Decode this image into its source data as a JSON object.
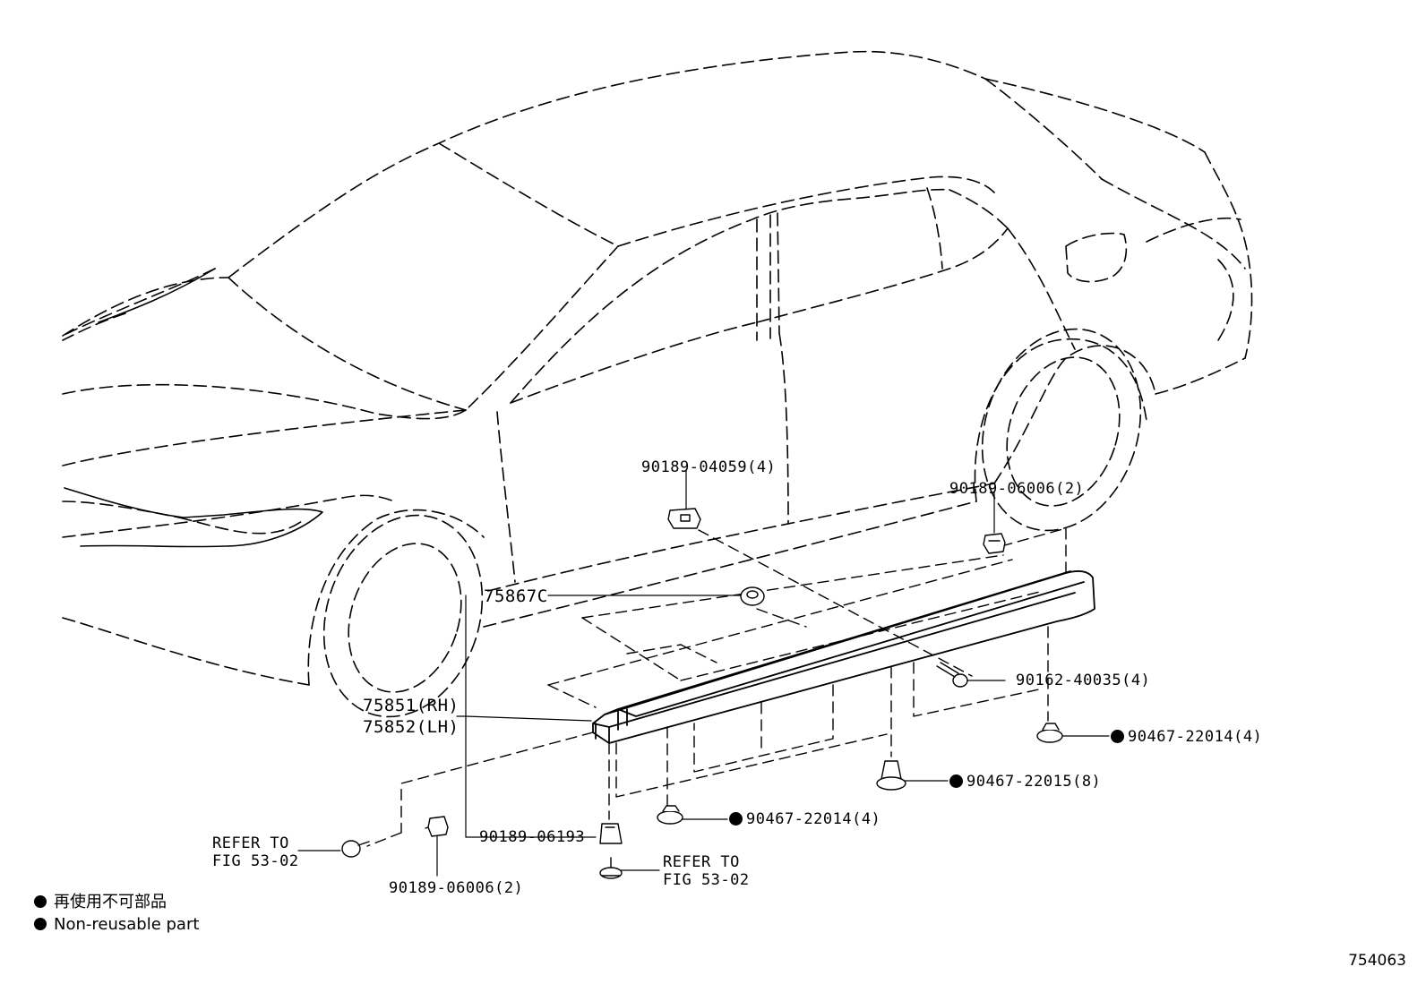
{
  "parts": {
    "p_90189_04059": "90189-04059(4)",
    "p_90189_06006_top": "90189-06006(2)",
    "p_75867c": "75867C",
    "p_75851": "75851(RH)",
    "p_75852": "75852(LH)",
    "p_90162_40035": "90162-40035(4)",
    "p_90467_22014_right": "90467-22014(4)",
    "p_90467_22015": "90467-22015(8)",
    "p_90467_22014_mid": "90467-22014(4)",
    "p_90189_06193": "90189-06193",
    "p_90189_06006_bottom": "90189-06006(2)"
  },
  "references": {
    "left_line1": "REFER TO",
    "left_line2": "FIG 53-02",
    "bottom_line1": "REFER TO",
    "bottom_line2": "FIG 53-02"
  },
  "legend": {
    "japanese": "再使用不可部品",
    "english": "Non-reusable part"
  },
  "figure_number": "754063"
}
